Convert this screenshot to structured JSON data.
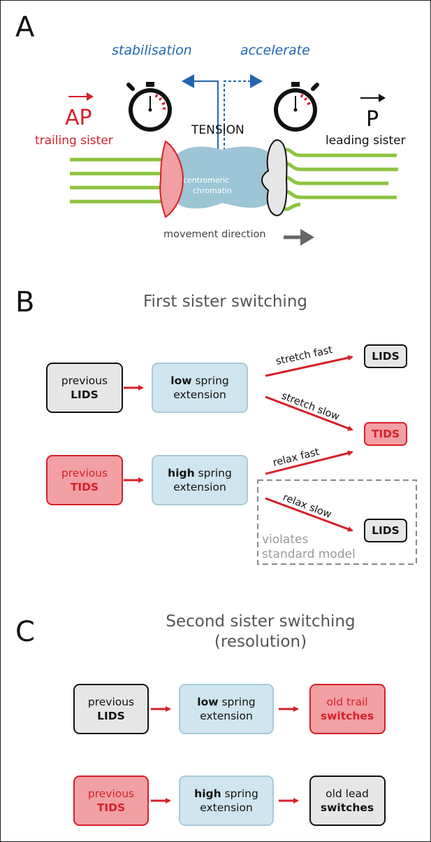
{
  "panel_a": {
    "letter": "A",
    "stabilisation": "stabilisation",
    "accelerate": "accelerate",
    "ap_symbol": "AP",
    "trailing_sister": "trailing sister",
    "p_symbol": "P",
    "leading_sister": "leading sister",
    "tension": "TENSION",
    "centromeric_line1": "centromeric",
    "centromeric_line2": "chromatin",
    "movement_direction": "movement direction",
    "colors": {
      "red": "#d62028",
      "pink": "#f2a0a4",
      "blue": "#2266b0",
      "chromatin": "#9cc5d6",
      "microtubule": "#8cc33f",
      "grey_arrow": "#666666"
    },
    "icons": [
      "stopwatch-icon",
      "arrow-right-icon"
    ]
  },
  "panel_b": {
    "letter": "B",
    "title": "First sister switching",
    "box_prev_lids": {
      "line1": "previous",
      "line2": "LIDS"
    },
    "box_low_ext": {
      "bold": "low",
      "rest": " spring",
      "line2": "extension"
    },
    "box_prev_tids": {
      "line1": "previous",
      "line2": "TIDS"
    },
    "box_high_ext": {
      "bold": "high",
      "rest": " spring",
      "line2": "extension"
    },
    "arrow_stretch_fast": "stretch fast",
    "arrow_stretch_slow": "stretch slow",
    "arrow_relax_fast": "relax fast",
    "arrow_relax_slow": "relax slow",
    "out_lids_1": "LIDS",
    "out_tids": "TIDS",
    "out_lids_2": "LIDS",
    "violates_line1": "violates",
    "violates_line2": "standard model"
  },
  "panel_c": {
    "letter": "C",
    "title_line1": "Second sister switching",
    "title_line2": "(resolution)",
    "row1": {
      "prev": {
        "line1": "previous",
        "line2": "LIDS"
      },
      "ext": {
        "bold": "low",
        "rest": " spring",
        "line2": "extension"
      },
      "out": {
        "line1": "old trail",
        "line2": "switches"
      }
    },
    "row2": {
      "prev": {
        "line1": "previous",
        "line2": "TIDS"
      },
      "ext": {
        "bold": "high",
        "rest": " spring",
        "line2": "extension"
      },
      "out": {
        "line1": "old lead",
        "line2": "switches"
      }
    }
  }
}
